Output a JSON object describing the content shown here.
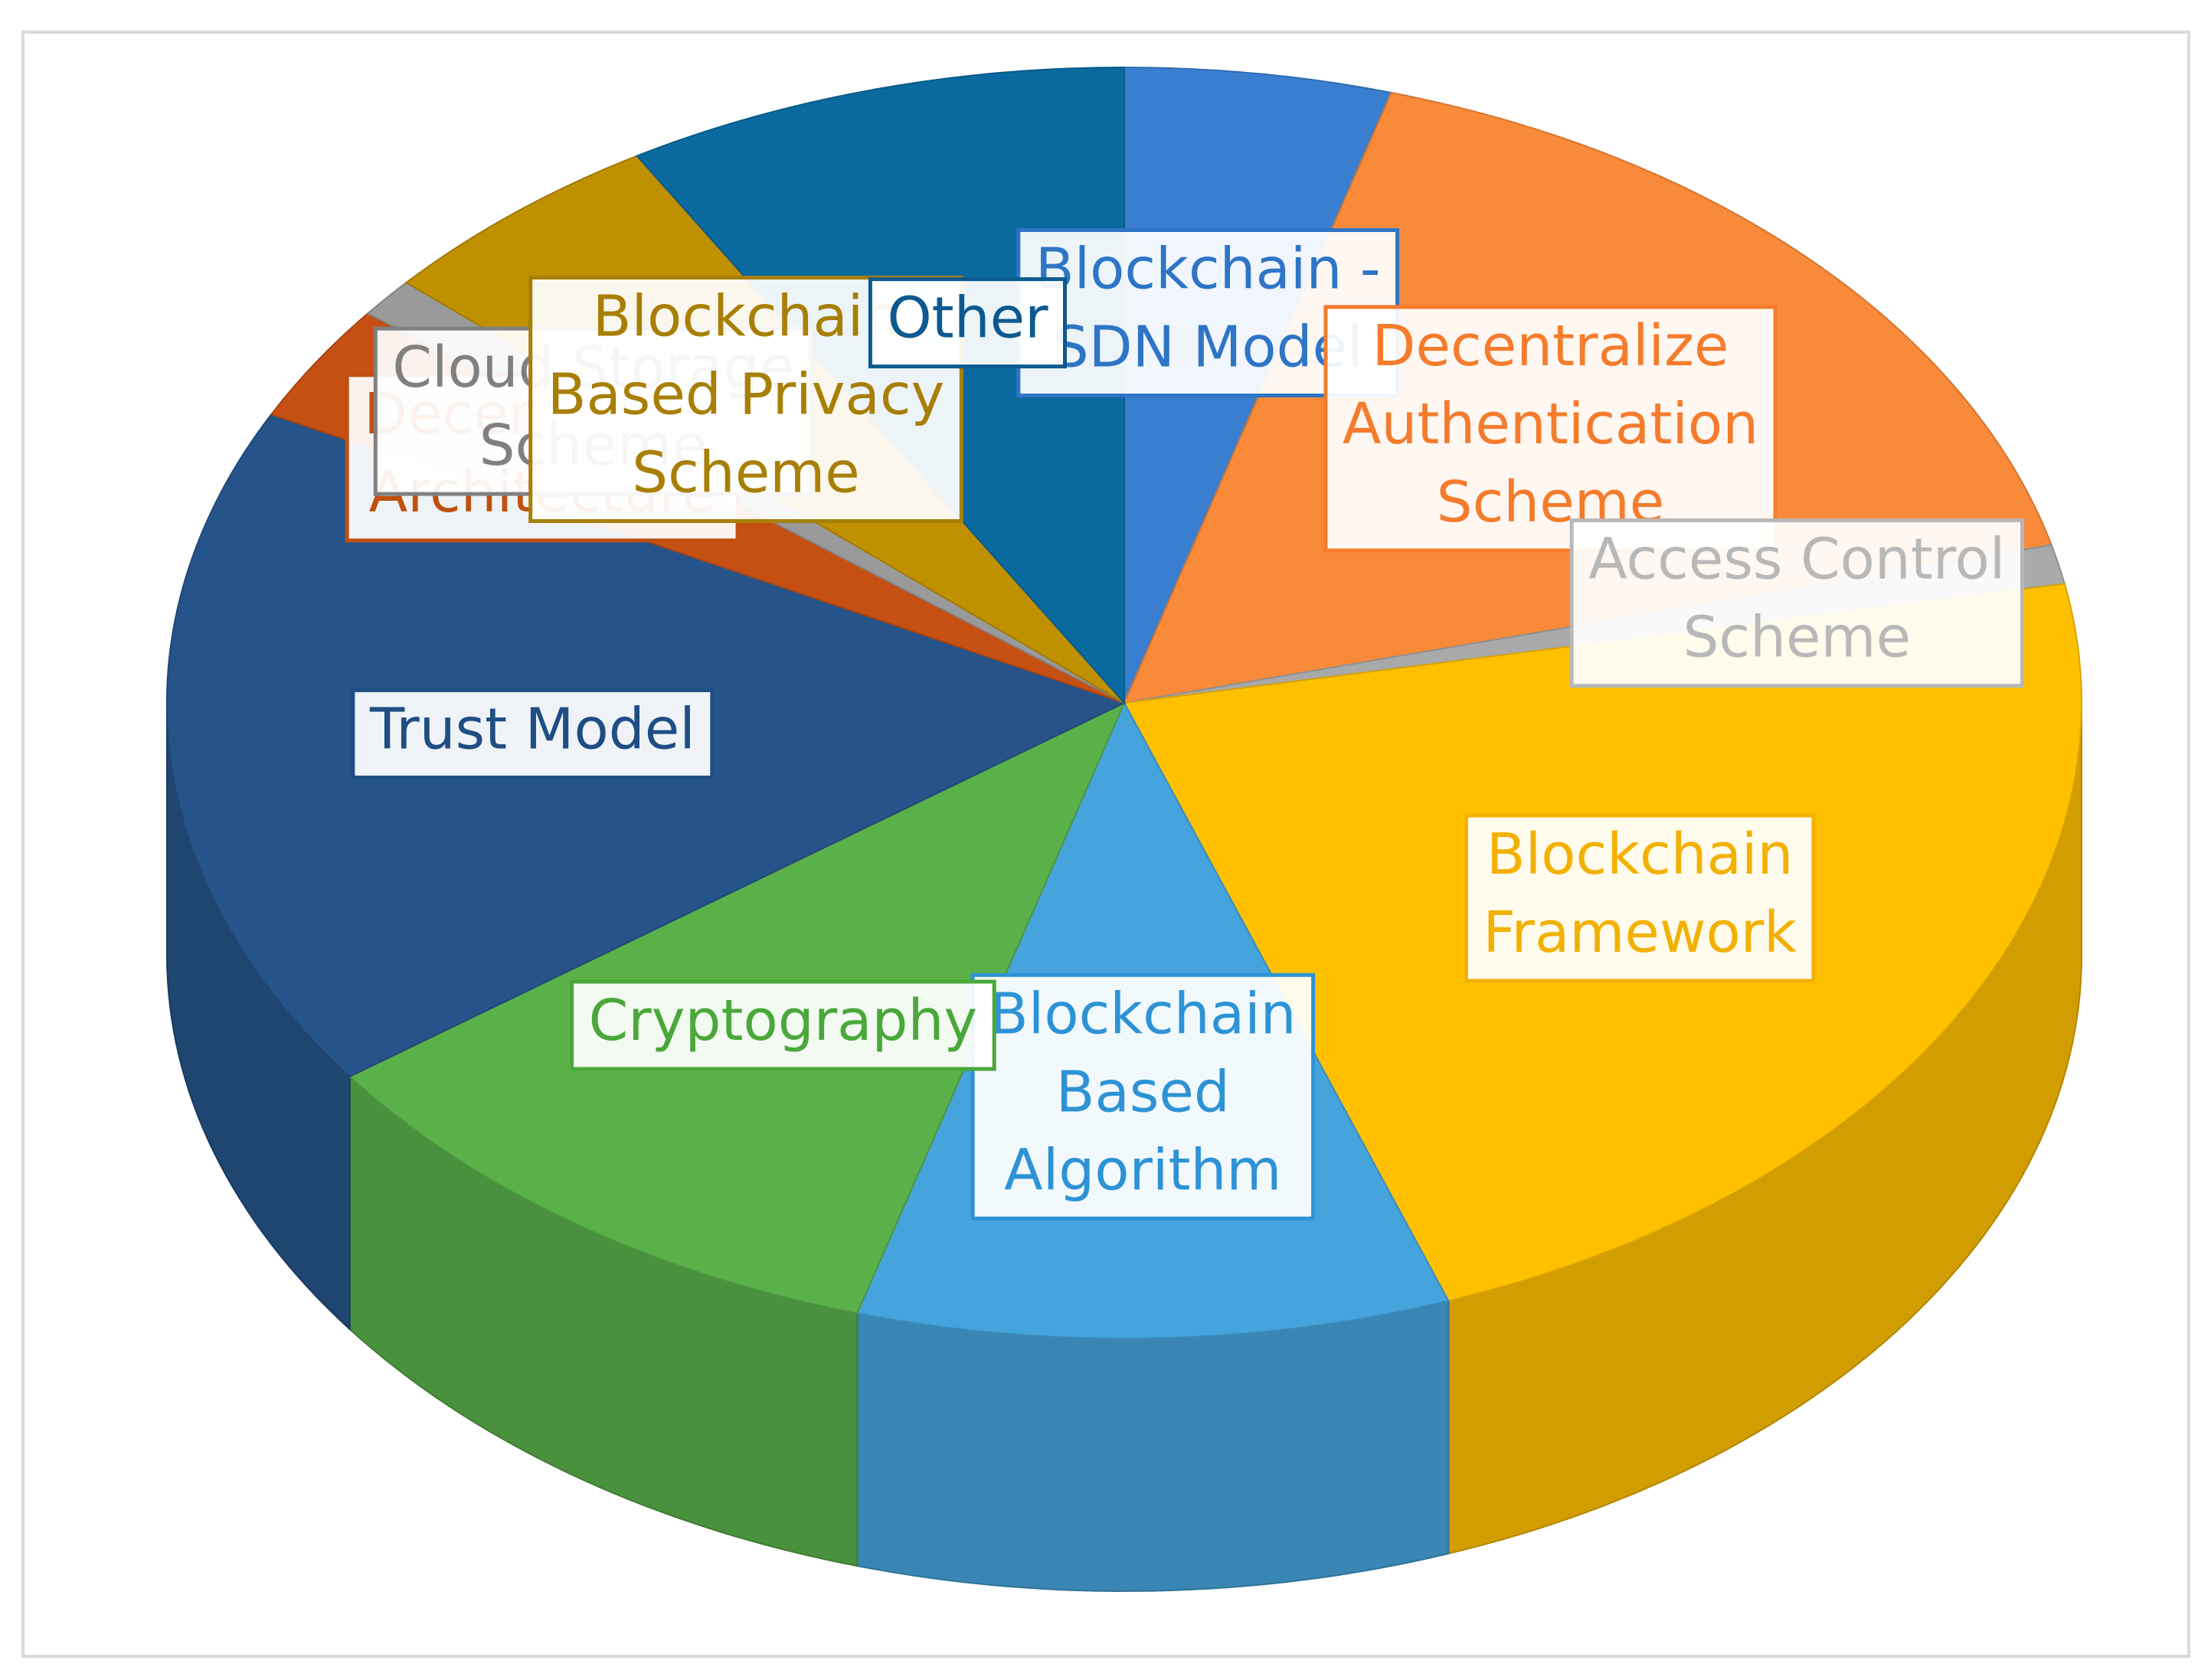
{
  "chart_data": {
    "type": "pie",
    "style": "3d",
    "title": "",
    "unit": "percent",
    "series": [
      {
        "slices": [
          {
            "label": "Blockchain -\nSDN Model",
            "value": 4.5,
            "color": "#3a7fcf",
            "label_color": "#2e75c6"
          },
          {
            "label": "Decentralize\nAuthentication\nScheme",
            "value": 16.5,
            "color": "#f98a3a",
            "label_color": "#f47c2c"
          },
          {
            "label": "Access Control\nScheme",
            "value": 1.0,
            "color": "#a9a9a9",
            "label_color": "#b8b8b8"
          },
          {
            "label": "Blockchain\nFramework",
            "value": 22.5,
            "color": "#ffc000",
            "label_color": "#f2b100"
          },
          {
            "label": "Blockchain\nBased\nAlgorithm",
            "value": 10.0,
            "color": "#45a4dc",
            "label_color": "#2d93d6"
          },
          {
            "label": "Cryptography",
            "value": 10.5,
            "color": "#5ab14a",
            "label_color": "#4aa83a"
          },
          {
            "label": "Trust Model",
            "value": 17.5,
            "color": "#26548a",
            "label_color": "#1f4e84"
          },
          {
            "label": "Decentralize\nArchitecture",
            "value": 3.0,
            "color": "#c65014",
            "label_color": "#c0500f"
          },
          {
            "label": "Cloud Storage\nScheme",
            "value": 1.0,
            "color": "#9a9a9a",
            "label_color": "#808080"
          },
          {
            "label": "Blockchain\nBased Privacy\nScheme",
            "value": 5.0,
            "color": "#bf9000",
            "label_color": "#a87f06"
          },
          {
            "label": "Other",
            "value": 8.5,
            "color": "#0a6aa0",
            "label_color": "#0c5a8f"
          }
        ]
      }
    ],
    "legend": "none",
    "data_labels": "category name"
  }
}
